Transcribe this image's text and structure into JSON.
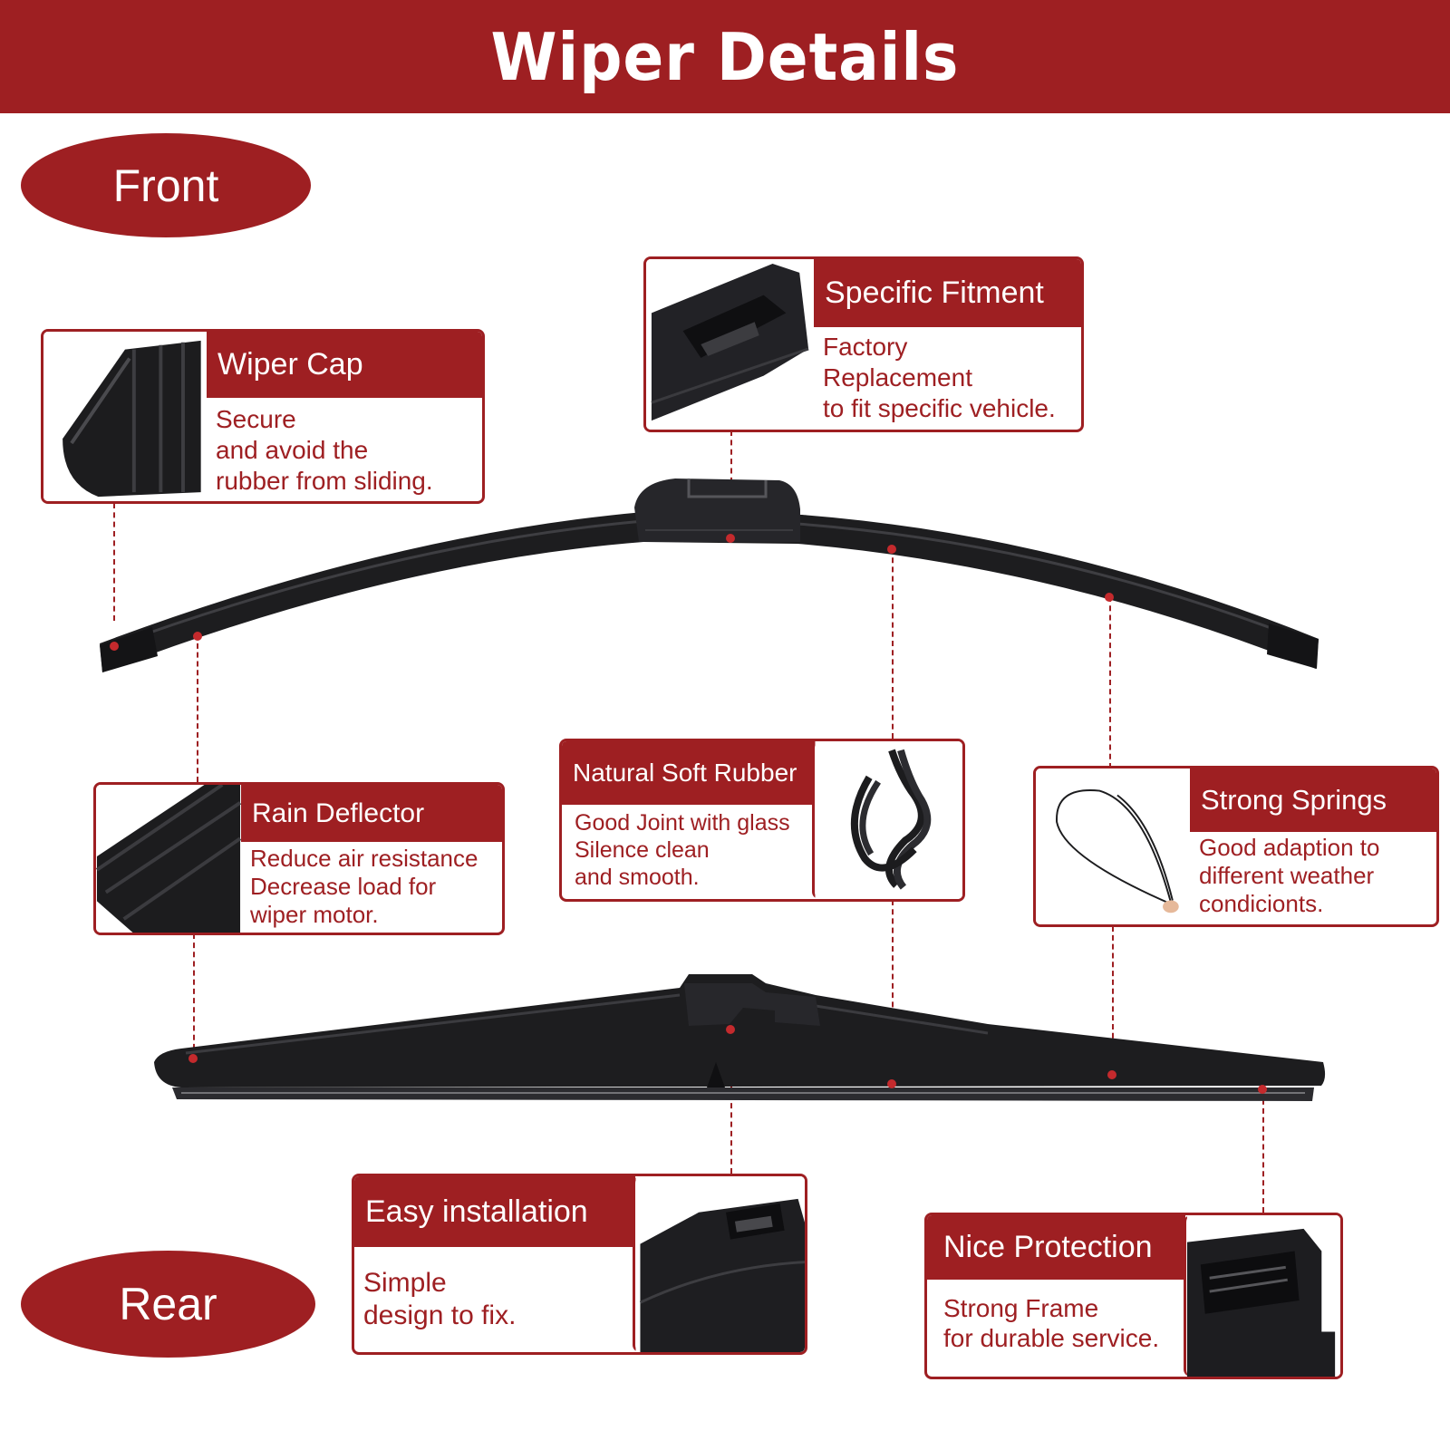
{
  "header": {
    "title": "Wiper Details"
  },
  "sections": {
    "front": "Front",
    "rear": "Rear"
  },
  "colors": {
    "accent": "#9e1f22",
    "dot": "#c42a2d",
    "blade": "#1d1d1f"
  },
  "cards": {
    "wiper_cap": {
      "title": "Wiper Cap",
      "lines": [
        "Secure",
        "and avoid the",
        "rubber from sliding."
      ],
      "icon": "wiper-cap-closeup"
    },
    "specific_fitment": {
      "title": "Specific Fitment",
      "lines": [
        "Factory",
        "Replacement",
        "to fit specific vehicle."
      ],
      "icon": "adapter-closeup"
    },
    "rain_deflector": {
      "title": "Rain Deflector",
      "lines": [
        "Reduce air resistance",
        "Decrease load for",
        "wiper motor."
      ],
      "icon": "deflector-closeup"
    },
    "soft_rubber": {
      "title": "Natural Soft Rubber",
      "lines": [
        "Good Joint with glass",
        "Silence clean",
        "and smooth."
      ],
      "icon": "rubber-strip"
    },
    "strong_springs": {
      "title": "Strong Springs",
      "lines": [
        "Good adaption to",
        "different weather",
        "condicionts."
      ],
      "icon": "spring-steel"
    },
    "easy_installation": {
      "title": "Easy installation",
      "lines": [
        "Simple",
        "design to fix."
      ],
      "icon": "rear-mount-closeup"
    },
    "nice_protection": {
      "title": "Nice Protection",
      "lines": [
        "Strong Frame",
        "for durable service."
      ],
      "icon": "frame-closeup"
    }
  }
}
